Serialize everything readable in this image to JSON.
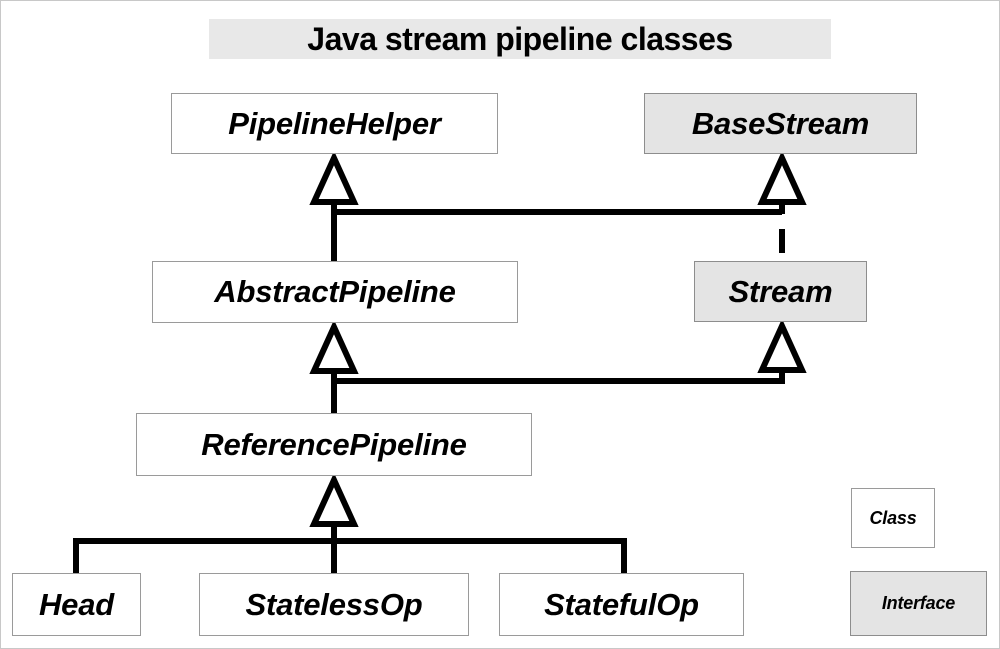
{
  "diagram": {
    "title": "Java stream pipeline classes",
    "type": "uml-class-diagram",
    "nodes": [
      {
        "id": "pipelinehelper",
        "label": "PipelineHelper",
        "kind": "class"
      },
      {
        "id": "basestream",
        "label": "BaseStream",
        "kind": "interface"
      },
      {
        "id": "abstractpipeline",
        "label": "AbstractPipeline",
        "kind": "class"
      },
      {
        "id": "stream",
        "label": "Stream",
        "kind": "interface"
      },
      {
        "id": "referencepipeline",
        "label": "ReferencePipeline",
        "kind": "class"
      },
      {
        "id": "head",
        "label": "Head",
        "kind": "class"
      },
      {
        "id": "statelessop",
        "label": "StatelessOp",
        "kind": "class"
      },
      {
        "id": "statefulop",
        "label": "StatefulOp",
        "kind": "class"
      }
    ],
    "edges": [
      {
        "from": "abstractpipeline",
        "to": "pipelinehelper",
        "kind": "generalization"
      },
      {
        "from": "abstractpipeline",
        "to": "basestream",
        "kind": "generalization"
      },
      {
        "from": "stream",
        "to": "basestream",
        "kind": "generalization"
      },
      {
        "from": "referencepipeline",
        "to": "abstractpipeline",
        "kind": "generalization"
      },
      {
        "from": "referencepipeline",
        "to": "stream",
        "kind": "generalization"
      },
      {
        "from": "head",
        "to": "referencepipeline",
        "kind": "generalization"
      },
      {
        "from": "statelessop",
        "to": "referencepipeline",
        "kind": "generalization"
      },
      {
        "from": "statefulop",
        "to": "referencepipeline",
        "kind": "generalization"
      }
    ],
    "legend": {
      "class_label": "Class",
      "interface_label": "Interface"
    },
    "colors": {
      "class_fill": "#ffffff",
      "interface_fill": "#e4e4e4",
      "border": "#9a9a9a",
      "line": "#000000",
      "title_highlight": "#e8e8e8"
    }
  }
}
